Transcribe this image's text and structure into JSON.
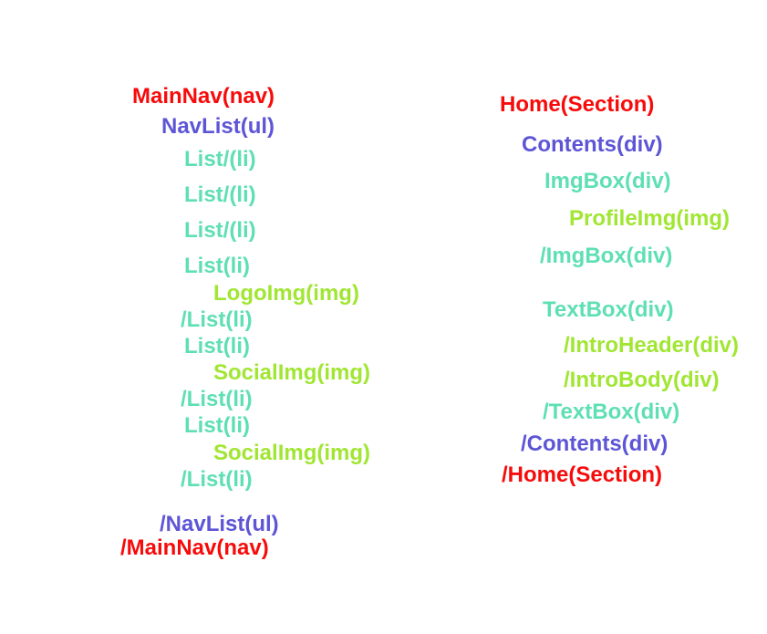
{
  "page": {
    "background": "#ffffff",
    "description": "DOM tree structure annotation, two columns of color-coded open/close tag labels"
  },
  "palette": {
    "red": "#f70b0b",
    "blue": "#5d55d6",
    "teal": "#5edfb4",
    "lime": "#a0e632"
  },
  "left_tree": {
    "title": "MainNav tree",
    "lines": [
      {
        "text": "MainNav(nav)",
        "color": "red",
        "depth": 0
      },
      {
        "text": "NavList(ul)",
        "color": "blue",
        "depth": 1
      },
      {
        "text": "List/(li)",
        "color": "teal",
        "depth": 2
      },
      {
        "text": "List/(li)",
        "color": "teal",
        "depth": 2
      },
      {
        "text": "List/(li)",
        "color": "teal",
        "depth": 2
      },
      {
        "text": "List(li)",
        "color": "teal",
        "depth": 2
      },
      {
        "text": "LogoImg(img)",
        "color": "lime",
        "depth": 3
      },
      {
        "text": "/List(li)",
        "color": "teal",
        "depth": 2
      },
      {
        "text": "List(li)",
        "color": "teal",
        "depth": 2
      },
      {
        "text": "SocialImg(img)",
        "color": "lime",
        "depth": 3
      },
      {
        "text": "/List(li)",
        "color": "teal",
        "depth": 2
      },
      {
        "text": "List(li)",
        "color": "teal",
        "depth": 2
      },
      {
        "text": "SocialImg(img)",
        "color": "lime",
        "depth": 3
      },
      {
        "text": "/List(li)",
        "color": "teal",
        "depth": 2
      },
      {
        "text": "/NavList(ul)",
        "color": "blue",
        "depth": 1
      },
      {
        "text": "/MainNav(nav)",
        "color": "red",
        "depth": 0
      }
    ]
  },
  "right_tree": {
    "title": "Home section tree",
    "lines": [
      {
        "text": "Home(Section)",
        "color": "red",
        "depth": 0
      },
      {
        "text": "Contents(div)",
        "color": "blue",
        "depth": 1
      },
      {
        "text": "ImgBox(div)",
        "color": "teal",
        "depth": 2
      },
      {
        "text": "ProfileImg(img)",
        "color": "lime",
        "depth": 3
      },
      {
        "text": "/ImgBox(div)",
        "color": "teal",
        "depth": 2
      },
      {
        "text": "TextBox(div)",
        "color": "teal",
        "depth": 2
      },
      {
        "text": "/IntroHeader(div)",
        "color": "lime",
        "depth": 3
      },
      {
        "text": "/IntroBody(div)",
        "color": "lime",
        "depth": 3
      },
      {
        "text": "/TextBox(div)",
        "color": "teal",
        "depth": 2
      },
      {
        "text": "/Contents(div)",
        "color": "blue",
        "depth": 1
      },
      {
        "text": "/Home(Section)",
        "color": "red",
        "depth": 0
      }
    ]
  }
}
